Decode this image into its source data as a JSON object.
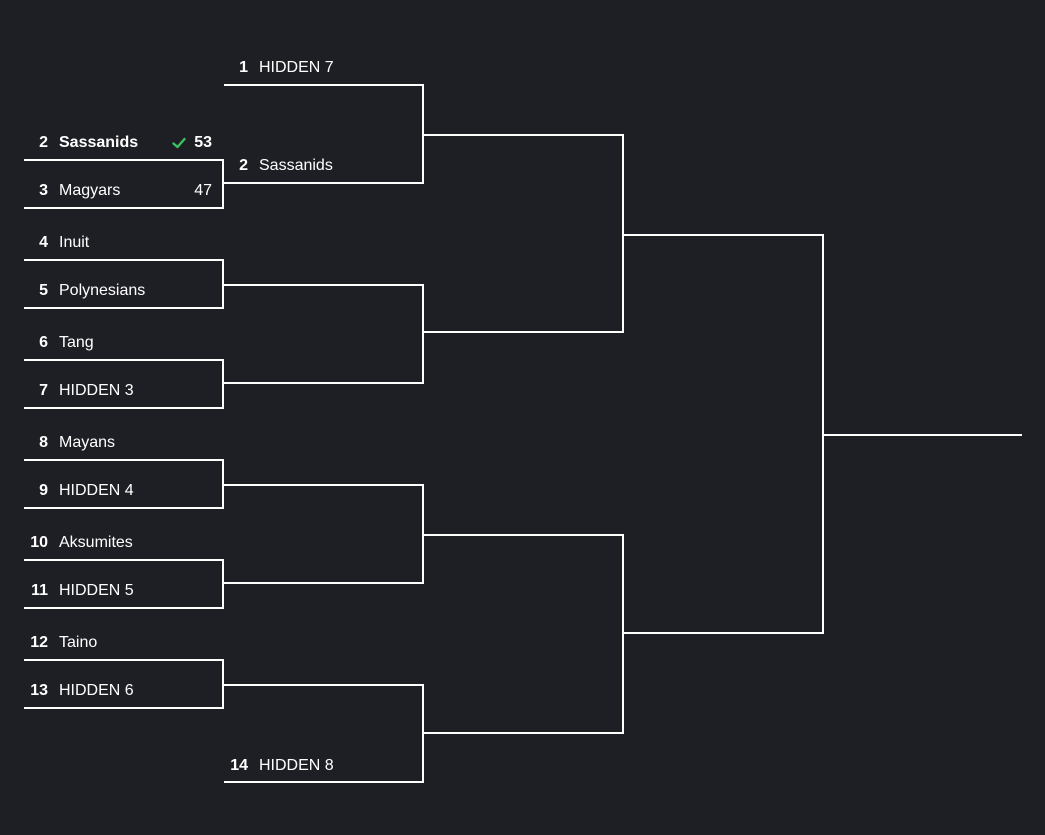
{
  "colors": {
    "background": "#1e1f24",
    "line": "#ffffff",
    "text": "#ffffff",
    "check": "#3cc060"
  },
  "icons": {
    "winner_check": "check-icon"
  },
  "round1": {
    "match1": {
      "top": {
        "seed": "2",
        "name": "Sassanids",
        "score": "53"
      },
      "bottom": {
        "seed": "3",
        "name": "Magyars",
        "score": "47"
      }
    },
    "match2": {
      "top": {
        "seed": "4",
        "name": "Inuit"
      },
      "bottom": {
        "seed": "5",
        "name": "Polynesians"
      }
    },
    "match3": {
      "top": {
        "seed": "6",
        "name": "Tang"
      },
      "bottom": {
        "seed": "7",
        "name": "HIDDEN 3"
      }
    },
    "match4": {
      "top": {
        "seed": "8",
        "name": "Mayans"
      },
      "bottom": {
        "seed": "9",
        "name": "HIDDEN 4"
      }
    },
    "match5": {
      "top": {
        "seed": "10",
        "name": "Aksumites"
      },
      "bottom": {
        "seed": "11",
        "name": "HIDDEN 5"
      }
    },
    "match6": {
      "top": {
        "seed": "12",
        "name": "Taino"
      },
      "bottom": {
        "seed": "13",
        "name": "HIDDEN 6"
      }
    }
  },
  "round2": {
    "match1": {
      "top": {
        "seed": "1",
        "name": "HIDDEN 7"
      },
      "bottom": {
        "seed": "2",
        "name": "Sassanids"
      }
    },
    "match4": {
      "bottom": {
        "seed": "14",
        "name": "HIDDEN 8"
      }
    }
  }
}
